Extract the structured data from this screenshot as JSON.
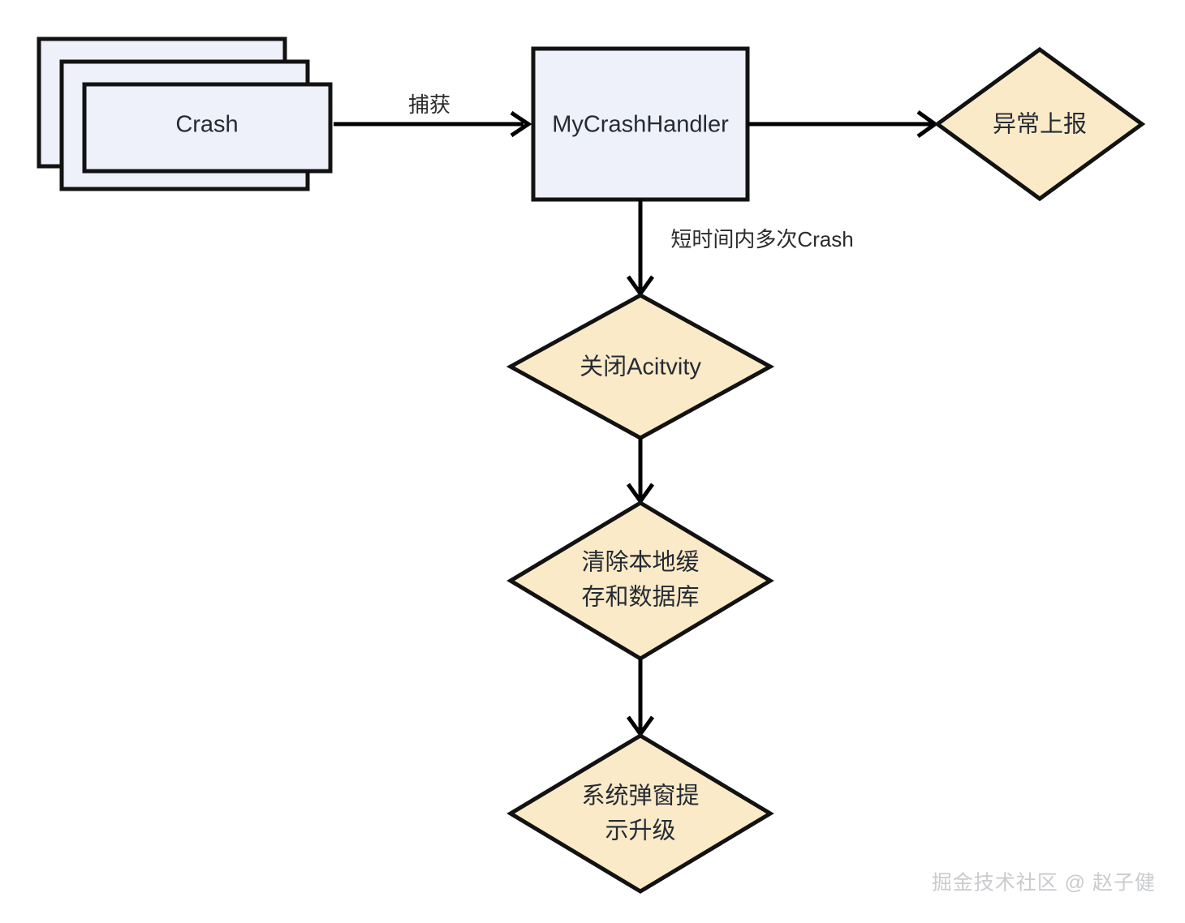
{
  "diagram": {
    "title": "Crash handling flowchart",
    "colors": {
      "process_fill": "#eef0fa",
      "decision_fill": "#faeac8",
      "stroke": "#121212",
      "text": "#262b33",
      "watermark": "#c9cbcf",
      "background": "#ffffff"
    },
    "nodes": [
      {
        "id": "crash",
        "shape": "stacked-rect",
        "label": "Crash"
      },
      {
        "id": "handler",
        "shape": "rect",
        "label": "MyCrashHandler"
      },
      {
        "id": "report",
        "shape": "diamond",
        "label": "异常上报"
      },
      {
        "id": "close_activity",
        "shape": "diamond",
        "label": "关闭Acitvity"
      },
      {
        "id": "clear_cache",
        "shape": "diamond",
        "label_line1": "清除本地缓",
        "label_line2": "存和数据库"
      },
      {
        "id": "system_dialog",
        "shape": "diamond",
        "label_line1": "系统弹窗提",
        "label_line2": "示升级"
      }
    ],
    "edges": [
      {
        "id": "e1",
        "from": "crash",
        "to": "handler",
        "label": "捕获"
      },
      {
        "id": "e2",
        "from": "handler",
        "to": "report",
        "label": ""
      },
      {
        "id": "e3",
        "from": "handler",
        "to": "close_activity",
        "label": "短时间内多次Crash"
      },
      {
        "id": "e4",
        "from": "close_activity",
        "to": "clear_cache",
        "label": ""
      },
      {
        "id": "e5",
        "from": "clear_cache",
        "to": "system_dialog",
        "label": ""
      }
    ]
  },
  "watermark": {
    "text": "掘金技术社区 @ 赵子健"
  }
}
